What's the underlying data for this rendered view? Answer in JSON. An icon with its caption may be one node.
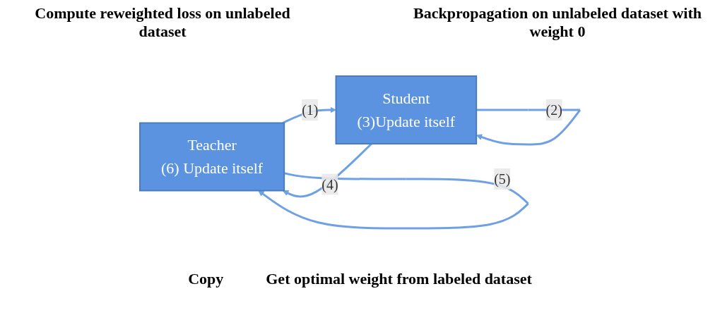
{
  "diagram": {
    "nodes": [
      {
        "text": [
          "Teacher",
          "(6) Update itself"
        ]
      },
      {
        "text": [
          "Student",
          "(3)Update itself"
        ]
      }
    ],
    "edges": [
      {
        "from": 0,
        "to": 1,
        "arrow": "to",
        "label": "(1)"
      },
      {
        "from": 1,
        "to": 1,
        "arrow": "to",
        "label": "(2)"
      },
      {
        "from": 1,
        "to": 0,
        "arrow": "to",
        "label": "(4)"
      },
      {
        "from": 0,
        "to": 0,
        "arrow": "to",
        "label": "(5)"
      }
    ],
    "labels": [
      "Compute reweighted loss on unlabeled dataset",
      "Backpropagation on unlabeled dataset with weight 0",
      "Copy",
      "Get optimal weight from labeled dataset"
    ]
  }
}
